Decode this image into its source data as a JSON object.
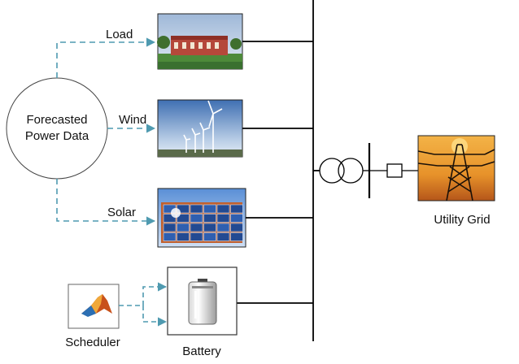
{
  "forecast": {
    "line1": "Forecasted",
    "line2": "Power Data"
  },
  "inputs": {
    "load": "Load",
    "wind": "Wind",
    "solar": "Solar"
  },
  "scheduler": {
    "label": "Scheduler",
    "icon": "matlab-logo-icon"
  },
  "battery": {
    "label": "Battery",
    "icon": "battery-icon"
  },
  "grid": {
    "label": "Utility Grid",
    "icon": "transmission-tower-icon"
  },
  "colors": {
    "dashed_arrow": "#4f9ab0",
    "line": "#000000",
    "sky": "#c9d9ee",
    "sunset": "#e7922a"
  }
}
